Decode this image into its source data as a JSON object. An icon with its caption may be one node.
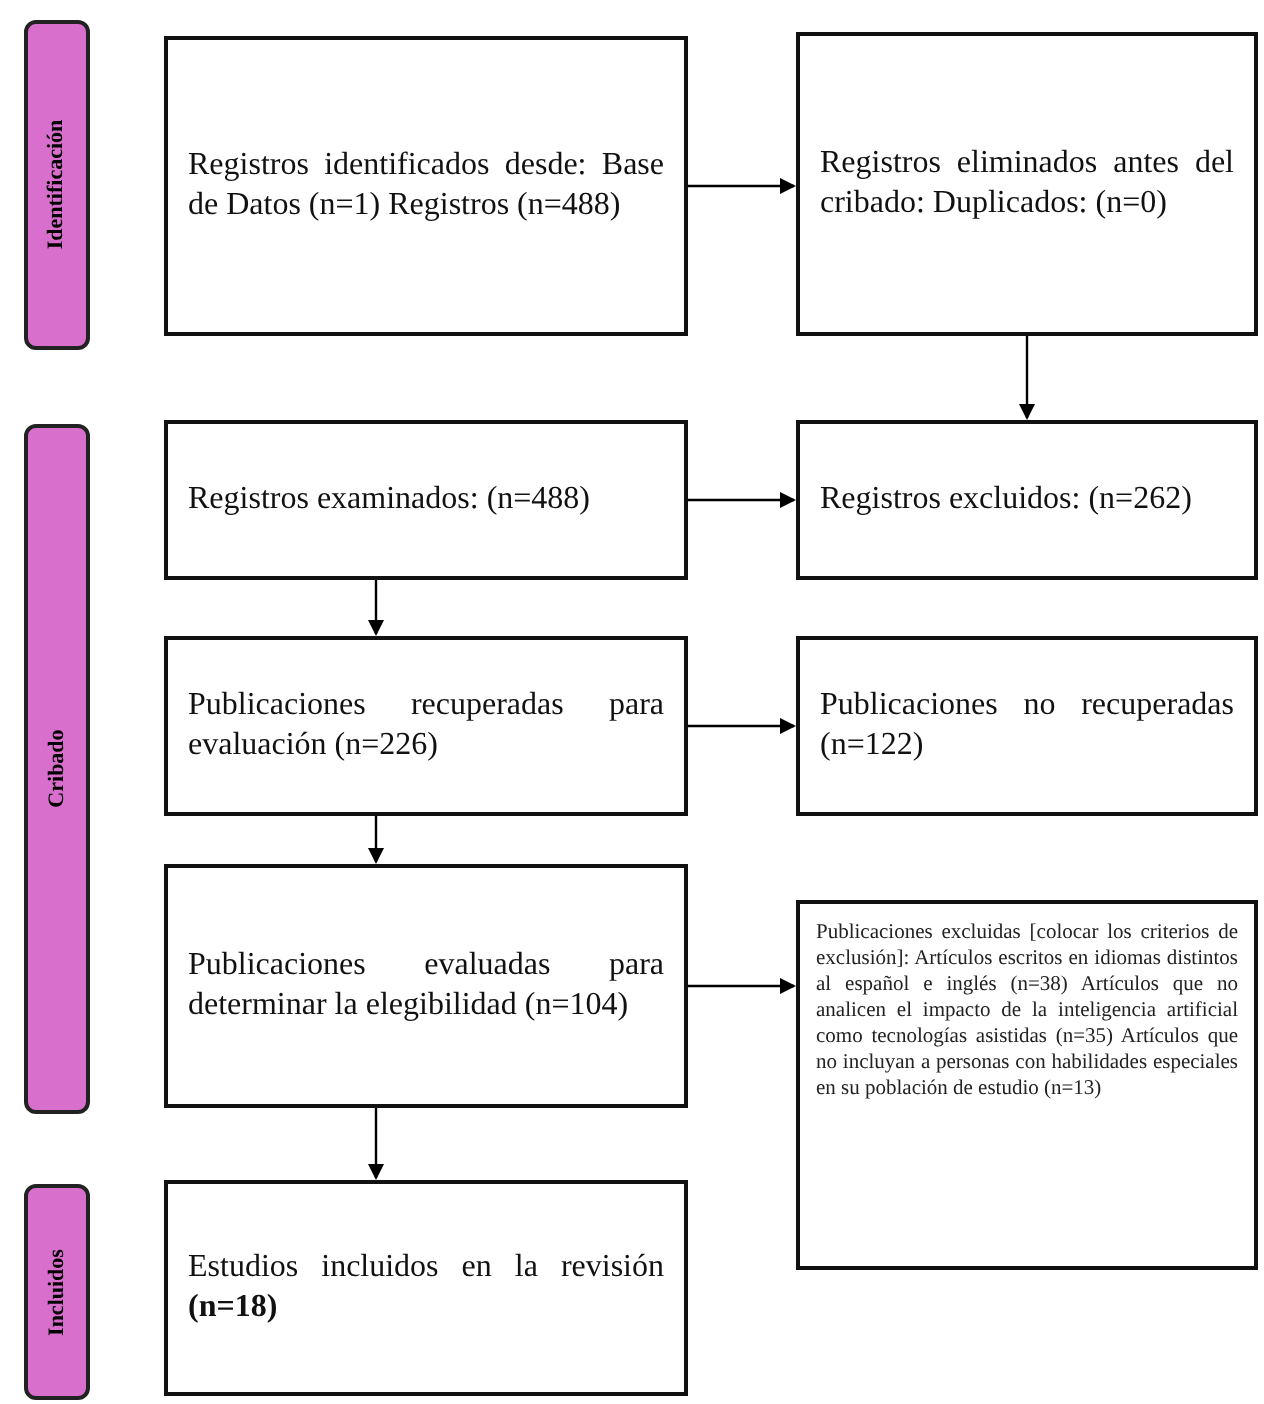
{
  "diagram": {
    "nodes": [
      {
        "text": [
          "Identificación"
        ]
      },
      {
        "text": [
          "Registros identificados desde: Base de Datos (n=1) Registros (n=488)"
        ]
      },
      {
        "text": [
          "Registros eliminados antes del cribado: Duplicados: (n=0)"
        ]
      },
      {
        "text": [
          "Cribado"
        ]
      },
      {
        "text": [
          "Registros examinados: (n=488)"
        ]
      },
      {
        "text": [
          "Registros excluidos: (n=262)"
        ]
      },
      {
        "text": [
          "Publicaciones recuperadas para evaluación (n=226)"
        ]
      },
      {
        "text": [
          "Publicaciones no recuperadas (n=122)"
        ]
      },
      {
        "text": [
          "Publicaciones evaluadas para determinar la elegibilidad (n=104)"
        ]
      },
      {
        "text": [
          "Publicaciones excluidas [colocar los criterios de exclusión]: Artículos escritos en idiomas distintos al español e inglés (n=38) Artículos que no analicen el impacto de la inteligencia artificial como tecnologías asistidas (n=35) Artículos que no incluyan a personas con habilidades especiales en su población de estudio (n=13)"
        ]
      },
      {
        "text": [
          "Incluidos"
        ]
      },
      {
        "text": [
          "Estudios incluidos en la revisión **(n=18)**"
        ]
      }
    ],
    "edges": [
      {
        "from": 1,
        "to": 2,
        "arrow": "to"
      },
      {
        "from": 2,
        "to": 5,
        "arrow": "to"
      },
      {
        "from": 4,
        "to": 5,
        "arrow": "to"
      },
      {
        "from": 4,
        "to": 6,
        "arrow": "to"
      },
      {
        "from": 6,
        "to": 7,
        "arrow": "to"
      },
      {
        "from": 6,
        "to": 8,
        "arrow": "to"
      },
      {
        "from": 8,
        "to": 9,
        "arrow": "to"
      },
      {
        "from": 8,
        "to": 11,
        "arrow": "to"
      }
    ]
  }
}
